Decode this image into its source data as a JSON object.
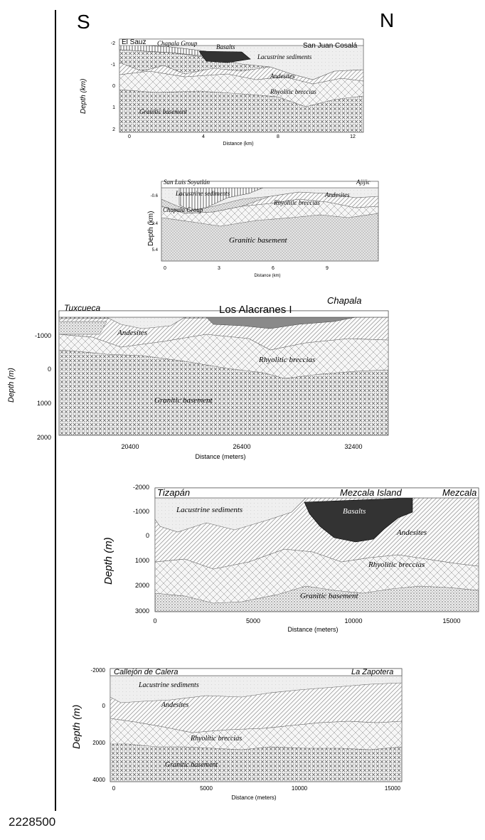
{
  "directions": {
    "south": "S",
    "north": "N"
  },
  "footer": {
    "code": "2228500"
  },
  "sections": [
    {
      "id": "s1",
      "places": [
        "El Sauz",
        "San Juan Cosalá"
      ],
      "units": [
        "Chapala Group",
        "Basalts",
        "Lacustrine sediments",
        "Andesites",
        "Rhyolitic breccias",
        "Granitic basement"
      ],
      "ylabel": "Depth (km)",
      "yticks": [
        "-2",
        "-1",
        "0",
        "1",
        "2"
      ],
      "xticks": [
        "0",
        "4",
        "8",
        "12"
      ],
      "xlabel": "Distance (km)"
    },
    {
      "id": "s2",
      "places": [
        "San Luis Soyatlán",
        "Ajijic"
      ],
      "units": [
        "Lacustrine sediments",
        "Andesites",
        "Rhyolitic breccias",
        "Chapala Group",
        "Granitic basement"
      ],
      "ylabel": "Depth (km)",
      "yticks": [
        "-0.6",
        "2.4",
        "5.4"
      ],
      "xticks": [
        "0",
        "3",
        "6",
        "9"
      ],
      "xlabel": "Distance (km)"
    },
    {
      "id": "s3",
      "places": [
        "Tuxcueca",
        "Los Alacranes I",
        "Chapala"
      ],
      "units": [
        "Andesites",
        "Rhyolitic breccias",
        "Granitic basement"
      ],
      "ylabel": "Depth (m)",
      "yticks": [
        "-1000",
        "0",
        "1000",
        "2000"
      ],
      "xticks": [
        "20400",
        "26400",
        "32400"
      ],
      "xlabel": "Distance (meters)"
    },
    {
      "id": "s4",
      "places": [
        "Tizapán",
        "Mezcala Island",
        "Mezcala"
      ],
      "units": [
        "Lacustrine sediments",
        "Basalts",
        "Andesites",
        "Rhyolitic breccias",
        "Granitic basement"
      ],
      "ylabel": "Depth (m)",
      "yticks": [
        "-2000",
        "-1000",
        "0",
        "1000",
        "2000",
        "3000"
      ],
      "xticks": [
        "0",
        "5000",
        "10000",
        "15000"
      ],
      "xlabel": "Distance (meters)"
    },
    {
      "id": "s5",
      "places": [
        "Callejón de Calera",
        "La Zapotera"
      ],
      "units": [
        "Lacustrine sediments",
        "Andesites",
        "Rhyolitic breccias",
        "Granitic basement"
      ],
      "ylabel": "Depth (m)",
      "yticks": [
        "-2000",
        "0",
        "2000",
        "4000"
      ],
      "xticks": [
        "0",
        "5000",
        "10000",
        "15000"
      ],
      "xlabel": "Distance (meters)"
    }
  ]
}
